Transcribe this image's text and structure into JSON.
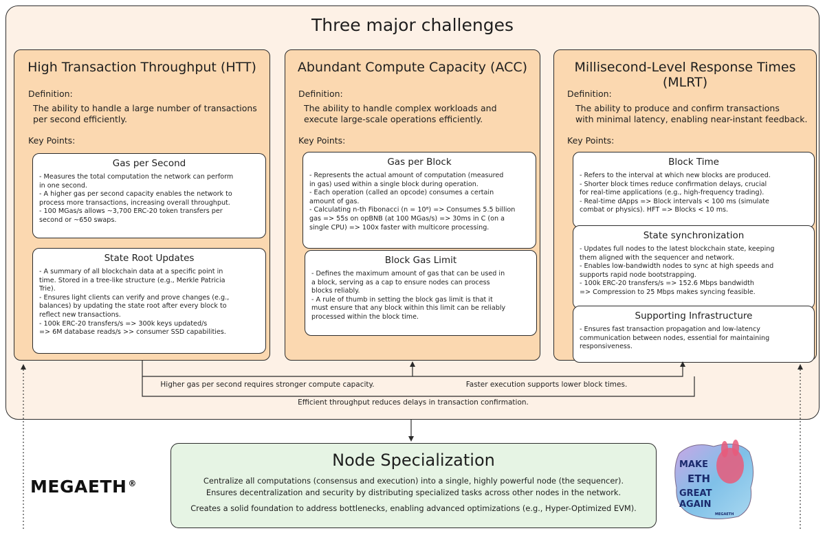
{
  "title": "Three major challenges",
  "columns": [
    {
      "title": "High Transaction Throughput (HTT)",
      "definition_label": "Definition:",
      "definition_lines": [
        "The ability to handle a large number of transactions",
        "per second efficiently."
      ],
      "keypoints_label": "Key Points:",
      "cards": [
        {
          "title": "Gas per Second",
          "text": "- Measures the total computation the network can perform\nin one second.\n- A higher gas per second capacity enables the network to\nprocess more transactions, increasing overall throughput.\n- 100 MGas/s allows ~3,700 ERC-20 token transfers per\nsecond or ~650 swaps."
        },
        {
          "title": "State Root Updates",
          "text": "- A summary of all blockchain data at a specific point in\ntime. Stored in a tree-like structure (e.g., Merkle Patricia\nTrie).\n- Ensures light clients can verify and prove changes (e.g.,\nbalances) by updating the state root after every block to\nreflect new transactions.\n- 100k ERC-20 transfers/s => 300k keys updated/s\n=> 6M database reads/s >> consumer SSD capabilities."
        }
      ]
    },
    {
      "title": "Abundant Compute Capacity (ACC)",
      "definition_label": "Definition:",
      "definition_lines": [
        "The ability to handle complex workloads and",
        "execute large-scale operations efficiently."
      ],
      "keypoints_label": "Key Points:",
      "cards": [
        {
          "title": "Gas per Block",
          "text": "- Represents the actual amount of computation (measured\nin gas) used within a single block during operation.\n- Each operation (called an opcode) consumes a certain\namount of gas.\n- Calculating n-th Fibonacci (n = 10⁸) => Consumes 5.5 billion\ngas => 55s on opBNB (at 100 MGas/s) => 30ms in C (on a\nsingle CPU) => 100x faster with multicore processing."
        },
        {
          "title": "Block Gas Limit",
          "text": "- Defines the maximum amount of gas that can be used in\na block, serving as a cap to ensure nodes can process\nblocks reliably.\n- A rule of thumb in setting the block gas limit is that it\nmust ensure that any block within this limit can be reliably\nprocessed within the block time."
        }
      ]
    },
    {
      "title": "Millisecond-Level Response Times (MLRT)",
      "definition_label": "Definition:",
      "definition_lines": [
        "The ability to produce and confirm transactions",
        "with minimal latency, enabling near-instant feedback."
      ],
      "keypoints_label": "Key Points:",
      "cards": [
        {
          "title": "Block Time",
          "text": "- Refers to the interval at which new blocks are produced.\n- Shorter block times reduce confirmation delays, crucial\nfor real-time applications (e.g., high-frequency trading).\n- Real-time dApps => Block intervals < 100 ms (simulate\ncombat or physics). HFT => Blocks < 10 ms."
        },
        {
          "title": "State synchronization",
          "text": "- Updates full nodes to the latest blockchain state, keeping\nthem aligned with the sequencer and network.\n- Enables low-bandwidth nodes to sync at high speeds and\nsupports rapid node bootstrapping.\n- 100k ERC-20 transfers/s => 152.6 Mbps bandwidth\n=> Compression to 25 Mbps makes syncing feasible."
        },
        {
          "title": "Supporting Infrastructure",
          "text": "- Ensures fast transaction propagation and low-latency\ncommunication between nodes, essential for maintaining\nresponsiveness."
        }
      ]
    }
  ],
  "relations": {
    "htt_acc": "Higher gas per second requires stronger compute capacity.",
    "acc_mlrt": "Faster execution supports lower block times.",
    "htt_mlrt": "Efficient throughput reduces delays in transaction confirmation."
  },
  "node": {
    "title": "Node Specialization",
    "lines": [
      "Centralize all computations (consensus and execution) into a single, highly powerful node (the sequencer).",
      "Ensures decentralization and security by distributing specialized tasks across other nodes in the network.",
      "Creates a solid foundation to address bottlenecks, enabling advanced optimizations (e.g., Hyper-Optimized EVM)."
    ]
  },
  "logo": {
    "text": "MEGAETH",
    "mark": "®"
  },
  "sticker": {
    "line1": "MAKE",
    "line2": "ETH",
    "line3": "GREAT",
    "line4": "AGAIN",
    "small": "MEGAETH"
  },
  "colors": {
    "outer_bg": "#fdf1e6",
    "column_bg": "#fbd8b0",
    "card_bg": "#ffffff",
    "node_bg": "#e6f4e4",
    "stroke": "#2b2b2b"
  }
}
